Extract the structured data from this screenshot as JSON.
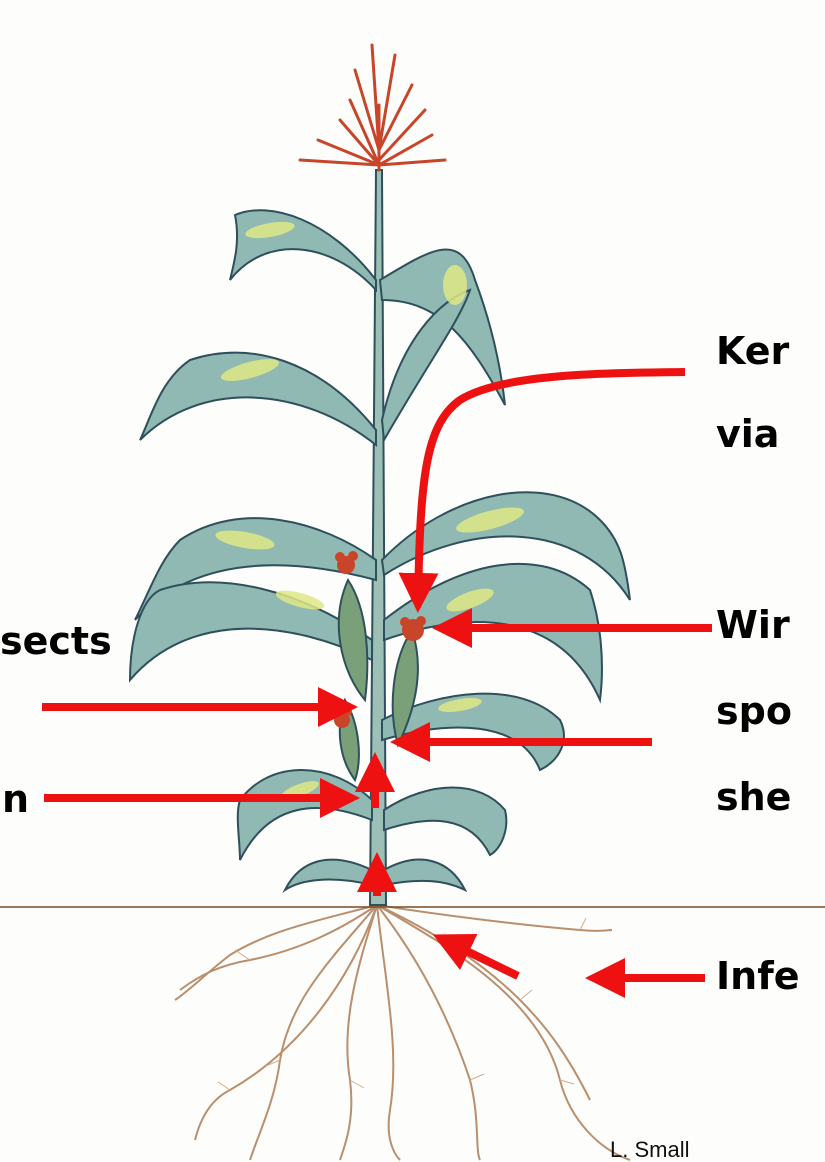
{
  "labels": {
    "kernel_line1": "Ker",
    "kernel_line2": "via",
    "wind_line1": "Wir",
    "wind_line2": "spo",
    "wind_line3": "she",
    "insects": "sects",
    "left_lower": "n",
    "infection": "Infe",
    "credit": "L. Small"
  },
  "colors": {
    "arrow": "#ee1111",
    "leaf": "#8fb9b2",
    "leaf_highlight": "#dfe886",
    "tassel": "#c9452a",
    "root": "#b98f6d",
    "soil_line": "#7a4a26"
  }
}
